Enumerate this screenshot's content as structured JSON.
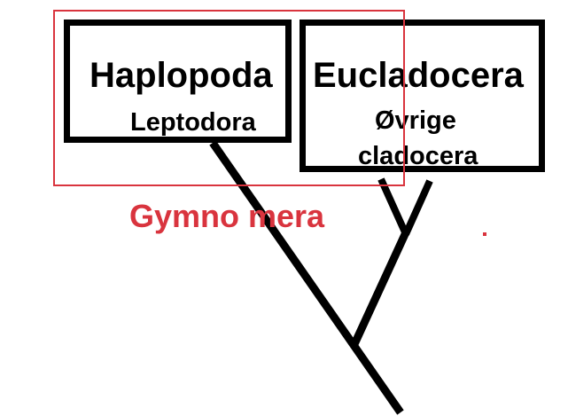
{
  "clades": {
    "haplopoda": {
      "title": "Haplopoda",
      "subtitle": "Leptodora"
    },
    "eucladocera": {
      "title": "Eucladocera",
      "subtitle_line1": "Øvrige",
      "subtitle_line2": "cladocera"
    }
  },
  "group": {
    "label": "Gymno mera",
    "color": "#d9343e"
  },
  "colors": {
    "tree": "#000000",
    "box_border": "#000000",
    "group_outline": "#d9343e",
    "background": "#ffffff"
  }
}
